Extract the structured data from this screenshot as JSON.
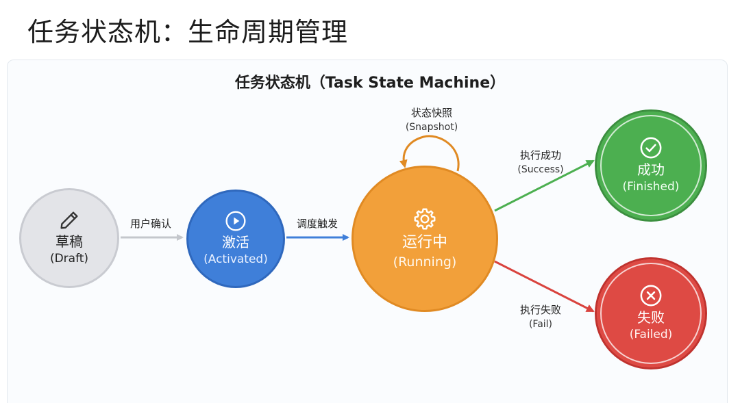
{
  "page": {
    "title": "任务状态机：生命周期管理"
  },
  "diagram": {
    "title": "任务状态机（Task State Machine）",
    "nodes": {
      "draft": {
        "zh": "草稿",
        "en": "(Draft)",
        "icon": "pencil-icon",
        "color": "#e3e4e8"
      },
      "activated": {
        "zh": "激活",
        "en": "(Activated)",
        "icon": "play-icon",
        "color": "#3f7fd9"
      },
      "running": {
        "zh": "运行中",
        "en": "(Running)",
        "icon": "gear-icon",
        "color": "#f2a03a"
      },
      "finished": {
        "zh": "成功",
        "en": "(Finished)",
        "icon": "check-circle-icon",
        "color": "#4caf50"
      },
      "failed": {
        "zh": "失败",
        "en": "(Failed)",
        "icon": "x-circle-icon",
        "color": "#de4a44"
      }
    },
    "transitions": {
      "confirm": {
        "zh": "用户确认",
        "color": "#c4c7cc"
      },
      "trigger": {
        "zh": "调度触发",
        "color": "#3f7fd9"
      },
      "snapshot": {
        "zh": "状态快照",
        "en": "(Snapshot)",
        "color": "#e08a23"
      },
      "success": {
        "zh": "执行成功",
        "en": "(Success)",
        "color": "#4caf50"
      },
      "fail": {
        "zh": "执行失败",
        "en": "(Fail)",
        "color": "#d9433e"
      }
    }
  }
}
